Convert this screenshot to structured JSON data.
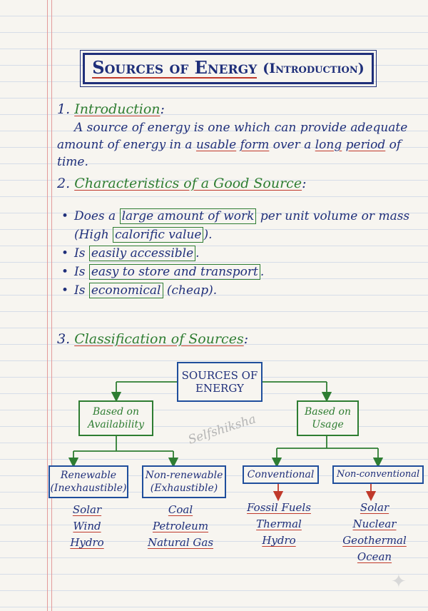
{
  "title": {
    "main": "Sources of Energy",
    "sub": "(Introduction)"
  },
  "section1": {
    "number": "1.",
    "heading": "Introduction",
    "colon": ":",
    "para": [
      "A source of energy is one which can provide adequate amount of energy in a ",
      "usable",
      " ",
      "form",
      " over a ",
      "long",
      " ",
      "period",
      " of time."
    ]
  },
  "section2": {
    "number": "2.",
    "heading": "Characteristics of a Good Source",
    "colon": ":",
    "bullets": [
      {
        "pre": "Does a ",
        "box": "large amount of work",
        "post": " per unit volume or mass (High ",
        "box2": "calorific value",
        "post2": ")."
      },
      {
        "pre": "Is ",
        "box": "easily accessible",
        "post": "."
      },
      {
        "pre": "Is ",
        "box": "easy to store and transport",
        "post": "."
      },
      {
        "pre": "Is ",
        "box": "economical",
        "post": " (cheap)."
      }
    ]
  },
  "section3": {
    "number": "3.",
    "heading": "Classification of Sources",
    "colon": ":"
  },
  "tree": {
    "root": "SOURCES OF ENERGY",
    "availability": "Based on Availability",
    "usage": "Based on Usage",
    "renewable": "Renewable (Inexhaustible)",
    "nonrenewable": "Non-renewable (Exhaustible)",
    "conventional": "Conventional",
    "nonconventional": "Non-conventional",
    "renewable_items": [
      "Solar",
      "Wind",
      "Hydro"
    ],
    "nonrenewable_items": [
      "Coal",
      "Petroleum",
      "Natural Gas"
    ],
    "conventional_items": [
      "Fossil Fuels",
      "Thermal",
      "Hydro"
    ],
    "nonconventional_items": [
      "Solar",
      "Nuclear",
      "Geothermal",
      "Ocean"
    ]
  },
  "watermark": "Selfshiksha",
  "colors": {
    "ink_blue": "#1f2f7a",
    "ink_green": "#2e7d32",
    "underline_red": "#c0392b",
    "box_blue": "#1f4e9c"
  }
}
